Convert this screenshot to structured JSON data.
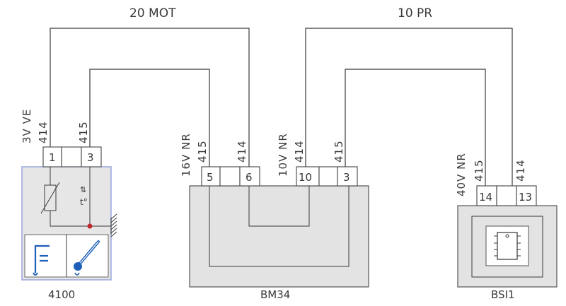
{
  "harness": {
    "mot": "20 MOT",
    "pr": "10 PR"
  },
  "wires": {
    "w414": "414",
    "w415": "415"
  },
  "connectors": {
    "c4100": "3V VE",
    "cbm34_a": "16V NR",
    "cbm34_b": "10V NR",
    "cbsi1": "40V NR"
  },
  "components": {
    "sensor": {
      "name": "4100",
      "pin_a": "1",
      "pin_b": "3",
      "temp_symbol": "t°"
    },
    "bm34": {
      "name": "BM34",
      "pin_a": "5",
      "pin_b": "6",
      "pin_c": "10",
      "pin_d": "3"
    },
    "bsi1": {
      "name": "BSI1",
      "pin_a": "14",
      "pin_b": "13"
    }
  },
  "colors": {
    "sensor_border": "#9aa6dd",
    "junction": "#c0282d",
    "icon_blue": "#1f5fb8",
    "line": "#3a3a3a"
  }
}
